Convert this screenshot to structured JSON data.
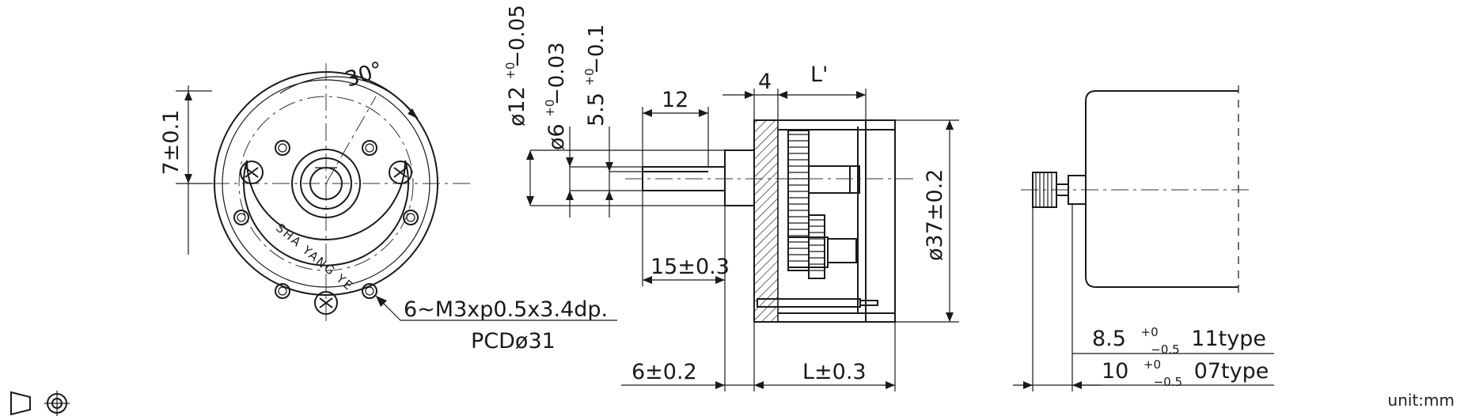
{
  "front_view": {
    "angle_label": "30°",
    "height_label": "7±0.1",
    "brand_text": "SHA YANG YE",
    "hole_label": "6~M3xp0.5x3.4dp.",
    "pcd_label": "PCDø31"
  },
  "side_view": {
    "d_outer": "ø12",
    "d_outer_tol_up": "+0",
    "d_outer_tol_low": "−0.05",
    "d_shaft": "ø6",
    "d_shaft_tol_up": "+0",
    "d_shaft_tol_low": "−0.03",
    "d_flat": "5.5",
    "d_flat_tol_up": "+0",
    "d_flat_tol_low": "−0.1",
    "len_12": "12",
    "len_4": "4",
    "len_lprime": "L'",
    "len_15": "15±0.3",
    "dia_37": "ø37±0.2",
    "len_6": "6±0.2",
    "len_l": "L±0.3"
  },
  "motor_view": {
    "row1_value": "8.5",
    "row1_tol_up": "+0",
    "row1_tol_low": "−0.5",
    "row1_type": "11type",
    "row2_value": "10",
    "row2_tol_up": "+0",
    "row2_tol_low": "−0.5",
    "row2_type": "07type"
  },
  "unit_label": "unit:mm"
}
